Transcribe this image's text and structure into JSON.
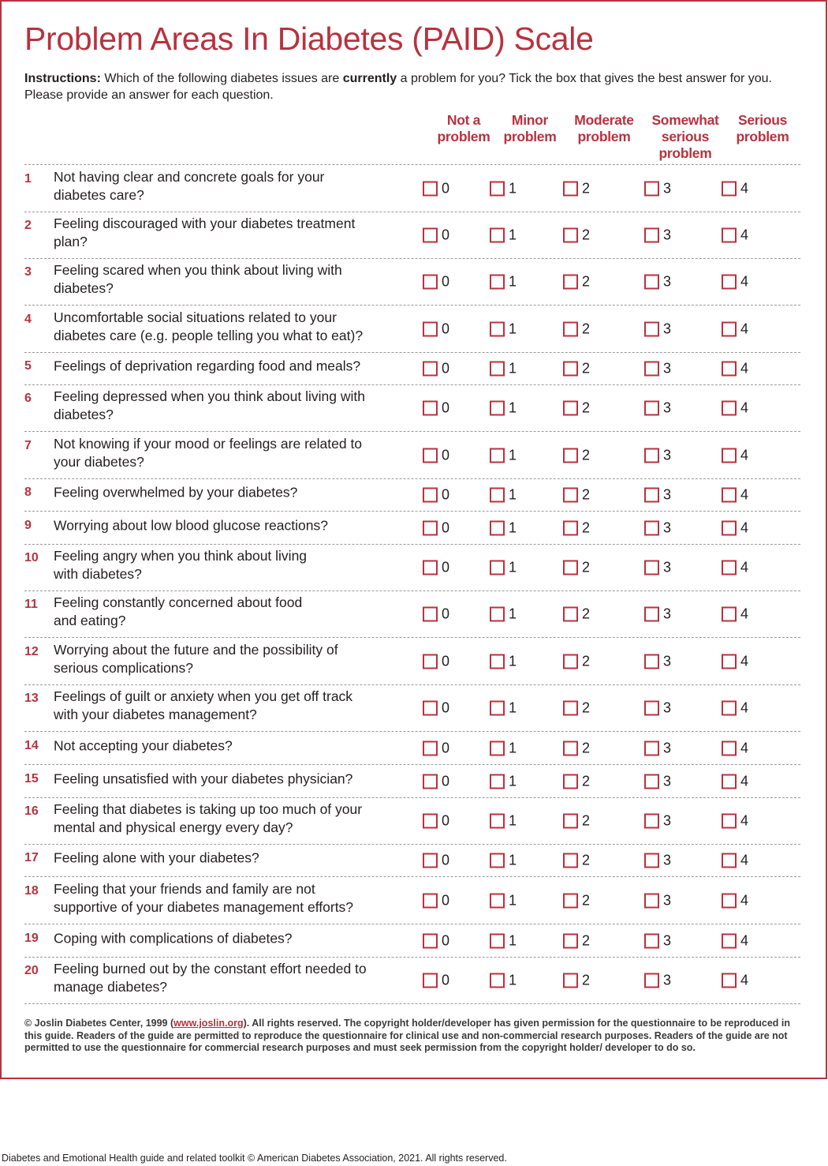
{
  "title": "Problem Areas In Diabetes (PAID) Scale",
  "instructions": {
    "lead": "Instructions:",
    "text_before": " Which of the following diabetes issues are ",
    "emphasis": "currently",
    "text_after": " a problem for you? Tick the box that gives the best answer for you. Please provide an answer for each question."
  },
  "columns": [
    "Not a\nproblem",
    "Minor\nproblem",
    "Moderate\nproblem",
    "Somewhat\nserious\nproblem",
    "Serious\nproblem"
  ],
  "option_values": [
    "0",
    "1",
    "2",
    "3",
    "4"
  ],
  "questions": [
    {
      "num": "1",
      "text": "Not having clear and concrete goals for your\ndiabetes care?"
    },
    {
      "num": "2",
      "text": "Feeling discouraged with your diabetes treatment\nplan?"
    },
    {
      "num": "3",
      "text": "Feeling scared when you think about living with\ndiabetes?"
    },
    {
      "num": "4",
      "text": "Uncomfortable social situations related to your\ndiabetes care (e.g. people telling you what to eat)?"
    },
    {
      "num": "5",
      "text": "Feelings of deprivation regarding food and meals?"
    },
    {
      "num": "6",
      "text": "Feeling depressed when you think about living with\ndiabetes?"
    },
    {
      "num": "7",
      "text": "Not knowing if your mood or feelings are related to\nyour diabetes?"
    },
    {
      "num": "8",
      "text": "Feeling overwhelmed by your diabetes?"
    },
    {
      "num": "9",
      "text": "Worrying about low blood glucose reactions?"
    },
    {
      "num": "10",
      "text": "Feeling angry when you think about living\nwith diabetes?"
    },
    {
      "num": "11",
      "text": "Feeling constantly concerned about food\nand eating?"
    },
    {
      "num": "12",
      "text": "Worrying about the future and the possibility of\nserious complications?"
    },
    {
      "num": "13",
      "text": "Feelings of guilt or anxiety when you get off track\nwith your diabetes management?"
    },
    {
      "num": "14",
      "text": "Not accepting your diabetes?"
    },
    {
      "num": "15",
      "text": "Feeling unsatisfied with your diabetes physician?"
    },
    {
      "num": "16",
      "text": "Feeling that diabetes is taking up too much of your\nmental and physical energy every day?"
    },
    {
      "num": "17",
      "text": "Feeling alone with your diabetes?"
    },
    {
      "num": "18",
      "text": "Feeling that your friends and family are not\nsupportive of your diabetes management efforts?"
    },
    {
      "num": "19",
      "text": "Coping with complications of diabetes?"
    },
    {
      "num": "20",
      "text": "Feeling burned out by the constant effort needed to\nmanage diabetes?"
    }
  ],
  "copyright": {
    "before": "© Joslin Diabetes Center, 1999 (",
    "link": "www.joslin.org",
    "after": "). All rights reserved. The copyright holder/developer has given permission for the questionnaire to be reproduced in this guide. Readers of the guide are permitted to reproduce the questionnaire for clinical use and non-commercial research purposes. Readers of the guide are not permitted to use the questionnaire for commercial research purposes and must seek permission from the copyright holder/ developer to do so."
  },
  "footer": "Diabetes and Emotional Health guide and related toolkit © American Diabetes Association, 2021. All rights reserved.",
  "colors": {
    "accent": "#b8323f",
    "text": "#231f20"
  }
}
